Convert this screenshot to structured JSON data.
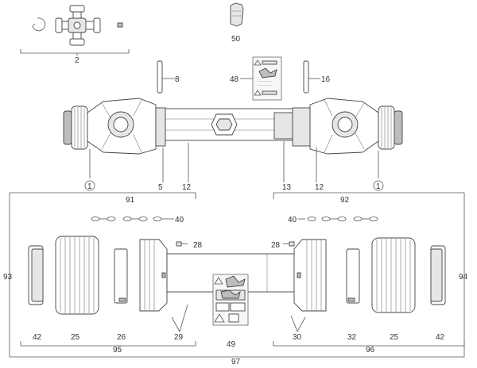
{
  "labels": {
    "l2": "2",
    "l50": "50",
    "l8": "8",
    "l48": "48",
    "l16": "16",
    "l1a": "1",
    "l5": "5",
    "l12a": "12",
    "l13": "13",
    "l12b": "12",
    "l1b": "1",
    "l91": "91",
    "l92": "92",
    "l40a": "40",
    "l40b": "40",
    "l28a": "28",
    "l28b": "28",
    "l93": "93",
    "l94": "94",
    "l42a": "42",
    "l25a": "25",
    "l26": "26",
    "l29": "29",
    "l49": "49",
    "l30": "30",
    "l32": "32",
    "l25b": "25",
    "l42b": "42",
    "l95": "95",
    "l96": "96",
    "l97": "97"
  },
  "colors": {
    "line": "#555555",
    "fill_light": "#e6e6e6",
    "fill_dark": "#bdbdbd"
  }
}
